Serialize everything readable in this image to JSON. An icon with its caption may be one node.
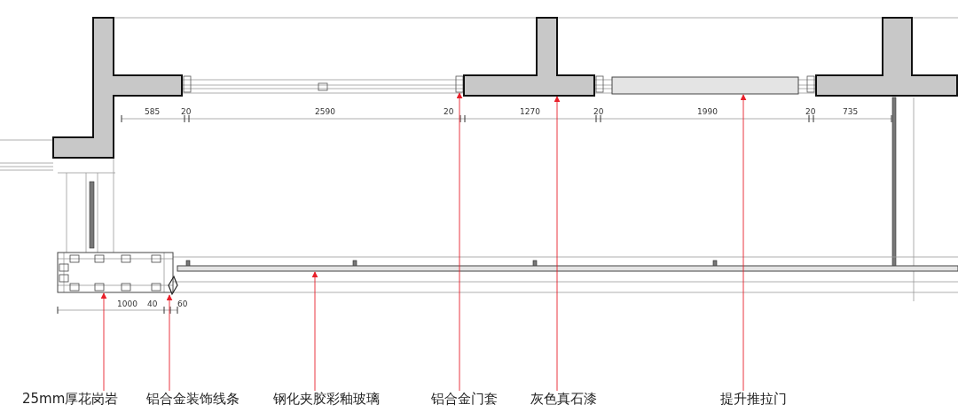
{
  "diagram": {
    "nodes": [
      {
        "text": [
          "25mm厚花岗岩"
        ]
      },
      {
        "text": [
          "铝合金装饰线条"
        ]
      },
      {
        "text": [
          "钢化夹胶彩釉玻璃"
        ]
      },
      {
        "text": [
          "铝合金门套"
        ]
      },
      {
        "text": [
          "灰色真石漆"
        ]
      },
      {
        "text": [
          "提升推拉门"
        ]
      },
      {
        "text": [],
        "shape": "box"
      },
      {
        "text": [],
        "shape": "picture"
      },
      {
        "text": [],
        "shape": "bar"
      },
      {
        "text": [],
        "shape": "box"
      },
      {
        "text": [],
        "shape": "box"
      },
      {
        "text": [],
        "shape": "bar"
      },
      {
        "text": [],
        "shape": "box"
      },
      {
        "text": [],
        "shape": "box"
      }
    ],
    "edges": [
      {
        "from": 0,
        "to": 6,
        "arrow": "to",
        "color": "#e8202a"
      },
      {
        "from": 1,
        "to": 7,
        "arrow": "to",
        "color": "#e8202a"
      },
      {
        "from": 2,
        "to": 8,
        "arrow": "to",
        "color": "#e8202a"
      },
      {
        "from": 3,
        "to": 9,
        "arrow": "to",
        "color": "#e8202a"
      },
      {
        "from": 4,
        "to": 10,
        "arrow": "to",
        "color": "#e8202a"
      },
      {
        "from": 5,
        "to": 11,
        "arrow": "to",
        "color": "#e8202a"
      }
    ],
    "labels": [
      "585",
      "20",
      "2590",
      "20",
      "1270",
      "20",
      "1990",
      "20",
      "735",
      "1000",
      "40",
      "60"
    ]
  }
}
